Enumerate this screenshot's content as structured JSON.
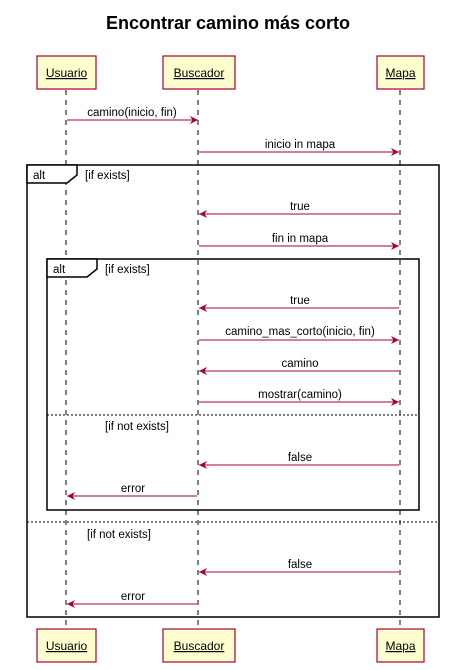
{
  "title": "Encontrar camino más corto",
  "participants": [
    {
      "id": "usuario",
      "label": "Usuario"
    },
    {
      "id": "buscador",
      "label": "Buscador"
    },
    {
      "id": "mapa",
      "label": "Mapa"
    }
  ],
  "messages": [
    {
      "from": "usuario",
      "to": "buscador",
      "label": "camino(inicio, fin)"
    },
    {
      "from": "buscador",
      "to": "mapa",
      "label": "inicio in mapa"
    },
    {
      "from": "mapa",
      "to": "buscador",
      "label": "true"
    },
    {
      "from": "buscador",
      "to": "mapa",
      "label": "fin in mapa"
    },
    {
      "from": "mapa",
      "to": "buscador",
      "label": "true"
    },
    {
      "from": "buscador",
      "to": "mapa",
      "label": "camino_mas_corto(inicio, fin)"
    },
    {
      "from": "mapa",
      "to": "buscador",
      "label": "camino"
    },
    {
      "from": "buscador",
      "to": "mapa",
      "label": "mostrar(camino)"
    },
    {
      "from": "mapa",
      "to": "buscador",
      "label": "false"
    },
    {
      "from": "buscador",
      "to": "usuario",
      "label": "error"
    },
    {
      "from": "mapa",
      "to": "buscador",
      "label": "false"
    },
    {
      "from": "buscador",
      "to": "usuario",
      "label": "error"
    }
  ],
  "fragments": [
    {
      "id": "outer",
      "tag": "alt",
      "guards": [
        "[if exists]",
        "[if not exists]"
      ]
    },
    {
      "id": "inner",
      "tag": "alt",
      "guards": [
        "[if exists]",
        "[if not exists]"
      ]
    }
  ],
  "colors": {
    "participant_fill": "#FEFECE",
    "participant_border": "#A80036",
    "arrow": "#A80036",
    "frame": "#000000"
  }
}
